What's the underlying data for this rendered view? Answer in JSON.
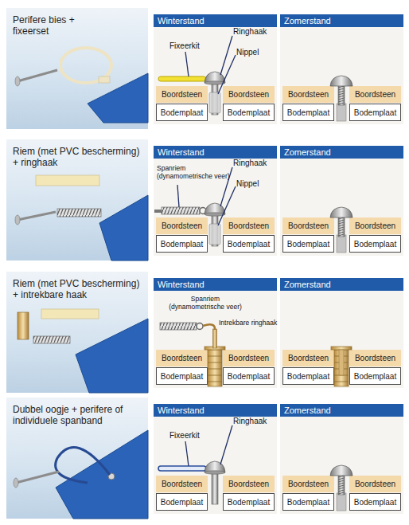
{
  "diagram": {
    "nodes": [
      {
        "text": [
          "Perifere bies + fixeerset"
        ]
      },
      {
        "text": [
          "Winterstand"
        ]
      },
      {
        "text": [
          "Boordsteen"
        ],
        "in": 1
      },
      {
        "text": [
          "Boordsteen"
        ],
        "in": 1
      },
      {
        "text": [
          "Bodemplaat"
        ],
        "in": 1
      },
      {
        "text": [
          "Bodemplaat"
        ],
        "in": 1
      },
      {
        "text": [
          "Zomerstand"
        ]
      },
      {
        "text": [
          "Boordsteen"
        ],
        "in": 6
      },
      {
        "text": [
          "Boordsteen"
        ],
        "in": 6
      },
      {
        "text": [
          "Bodemplaat"
        ],
        "in": 6
      },
      {
        "text": [
          "Bodemplaat"
        ],
        "in": 6
      },
      {
        "text": [
          "Riem (met PVC bescherming) + ringhaak"
        ]
      },
      {
        "text": [
          "Winterstand"
        ]
      },
      {
        "text": [
          "Boordsteen"
        ],
        "in": 12
      },
      {
        "text": [
          "Boordsteen"
        ],
        "in": 12
      },
      {
        "text": [
          "Bodemplaat"
        ],
        "in": 12
      },
      {
        "text": [
          "Bodemplaat"
        ],
        "in": 12
      },
      {
        "text": [
          "Zomerstand"
        ]
      },
      {
        "text": [
          "Boordsteen"
        ],
        "in": 17
      },
      {
        "text": [
          "Boordsteen"
        ],
        "in": 17
      },
      {
        "text": [
          "Bodemplaat"
        ],
        "in": 17
      },
      {
        "text": [
          "Bodemplaat"
        ],
        "in": 17
      },
      {
        "text": [
          "Riem (met PVC bescherming) + intrekbare haak"
        ]
      },
      {
        "text": [
          "Winterstand"
        ]
      },
      {
        "text": [
          "Boordsteen"
        ],
        "in": 23
      },
      {
        "text": [
          "Boordsteen"
        ],
        "in": 23
      },
      {
        "text": [
          "Bodemplaat"
        ],
        "in": 23
      },
      {
        "text": [
          "Bodemplaat"
        ],
        "in": 23
      },
      {
        "text": [
          "Zomerstand"
        ]
      },
      {
        "text": [
          "Boordsteen"
        ],
        "in": 28
      },
      {
        "text": [
          "Boordsteen"
        ],
        "in": 28
      },
      {
        "text": [
          "Bodemplaat"
        ],
        "in": 28
      },
      {
        "text": [
          "Bodemplaat"
        ],
        "in": 28
      },
      {
        "text": [
          "Dubbel oogje + perifere of individuele spanband"
        ]
      },
      {
        "text": [
          "Winterstand"
        ]
      },
      {
        "text": [
          "Boordsteen"
        ],
        "in": 34
      },
      {
        "text": [
          "Boordsteen"
        ],
        "in": 34
      },
      {
        "text": [
          "Bodemplaat"
        ],
        "in": 34
      },
      {
        "text": [
          "Bodemplaat"
        ],
        "in": 34
      },
      {
        "text": [
          "Zomerstand"
        ]
      },
      {
        "text": [
          "Boordsteen"
        ],
        "in": 39
      },
      {
        "text": [
          "Boordsteen"
        ],
        "in": 39
      },
      {
        "text": [
          "Bodemplaat"
        ],
        "in": 39
      },
      {
        "text": [
          "Bodemplaat"
        ],
        "in": 39
      }
    ],
    "labels": [
      "Fixeerkit",
      "Ringhaak",
      "Nippel",
      "Spanriem (dynamometrische veer)",
      "Ringhaak",
      "Nippel",
      "Spanriem (dynamometrische veer)",
      "Intrekbare ringhaak",
      "Fixeerkit",
      "Ringhaak"
    ]
  }
}
